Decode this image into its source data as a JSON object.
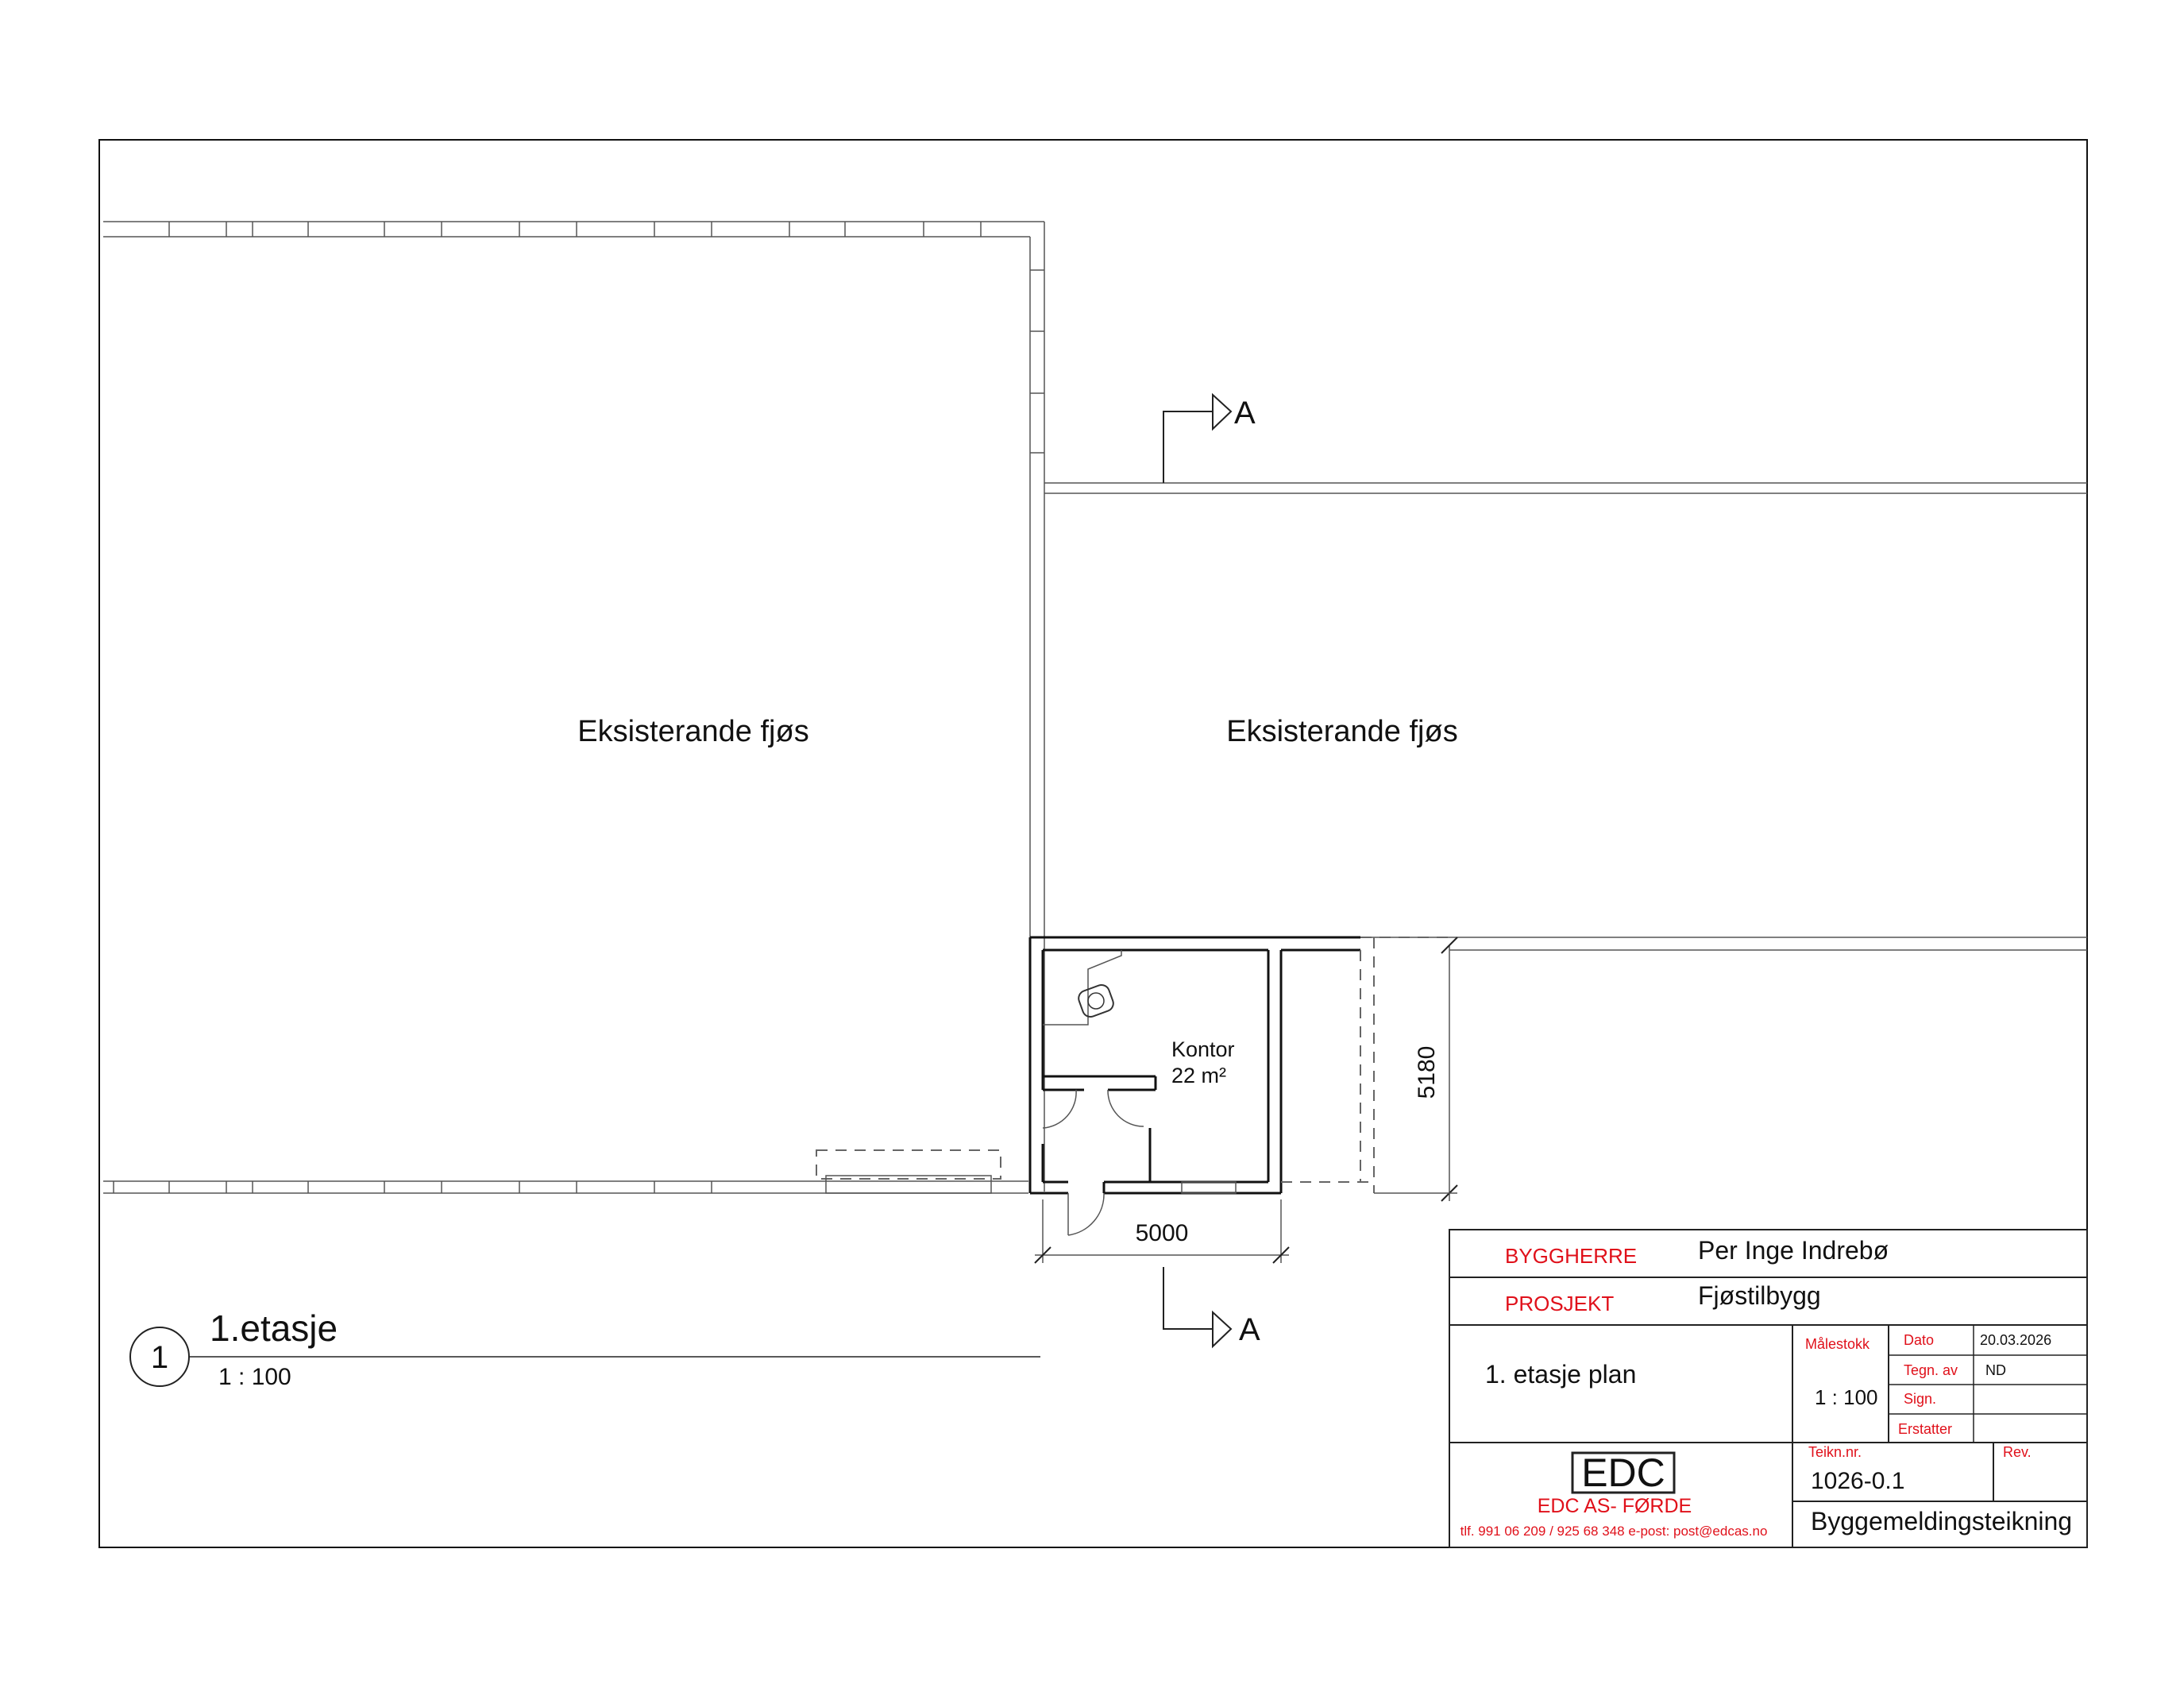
{
  "plan": {
    "room_left": "Eksisterande fjøs",
    "room_right": "Eksisterande fjøs",
    "office_name": "Kontor",
    "office_area": "22 m²",
    "dim_width": "5000",
    "dim_height": "5180",
    "section_marker_top": "A",
    "section_marker_bottom": "A"
  },
  "view": {
    "number": "1",
    "title": "1.etasje",
    "scale": "1 : 100"
  },
  "title_block": {
    "bygherre_label": "BYGGHERRE",
    "bygherre_value": "Per Inge Indrebø",
    "prosjekt_label": "PROSJEKT",
    "prosjekt_value": "Fjøstilbygg",
    "drawing_title": "1. etasje plan",
    "malestokk_label": "Målestokk",
    "malestokk_value": "1 : 100",
    "dato_label": "Dato",
    "dato_value": "20.03.2026",
    "tegn_label": "Tegn. av",
    "tegn_value": "ND",
    "sign_label": "Sign.",
    "erstatter_label": "Erstatter",
    "logo_text": "EDC",
    "company_name": "EDC AS- FØRDE",
    "company_contact": "tlf. 991 06 209 / 925 68 348   e-post: post@edcas.no",
    "teikn_label": "Teikn.nr.",
    "teikn_value": "1026-0.1",
    "rev_label": "Rev.",
    "status": "Byggemeldingsteikning"
  },
  "colors": {
    "label_red": "#e0101a",
    "line": "#222222"
  }
}
